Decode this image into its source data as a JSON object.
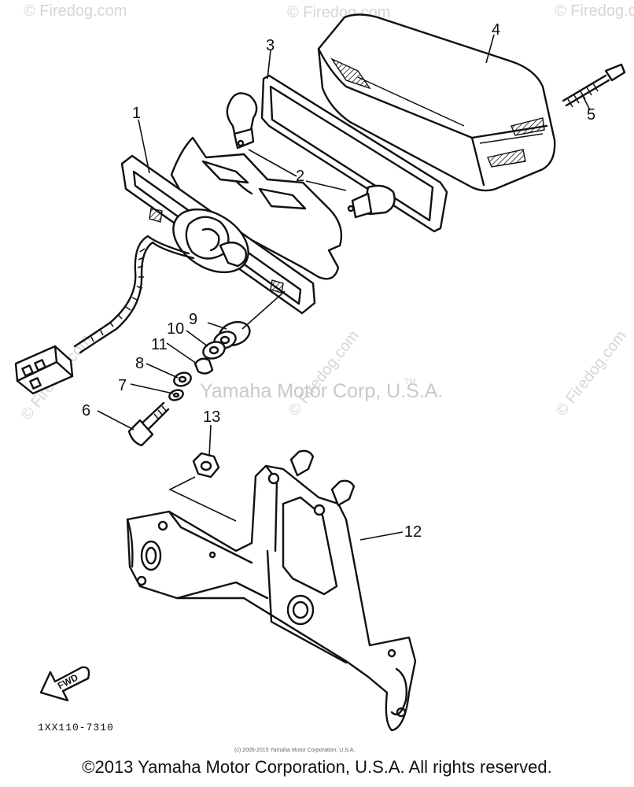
{
  "diagram": {
    "callouts": [
      "1",
      "2",
      "3",
      "4",
      "5",
      "6",
      "7",
      "8",
      "9",
      "10",
      "11",
      "12",
      "13"
    ],
    "part_code": "1XX110-7310",
    "forward_label": "FWD",
    "small_copyright": "(c) 2005-2015 Yamaha Motor Corporation, U.S.A.",
    "copyright": "©2013 Yamaha Motor Corporation, U.S.A. All rights reserved."
  },
  "watermark": {
    "main": "Yamaha Motor Corp, U.S.A.",
    "tm": "TM",
    "site": "© Firedog.com",
    "color": "#c9c9c9"
  }
}
